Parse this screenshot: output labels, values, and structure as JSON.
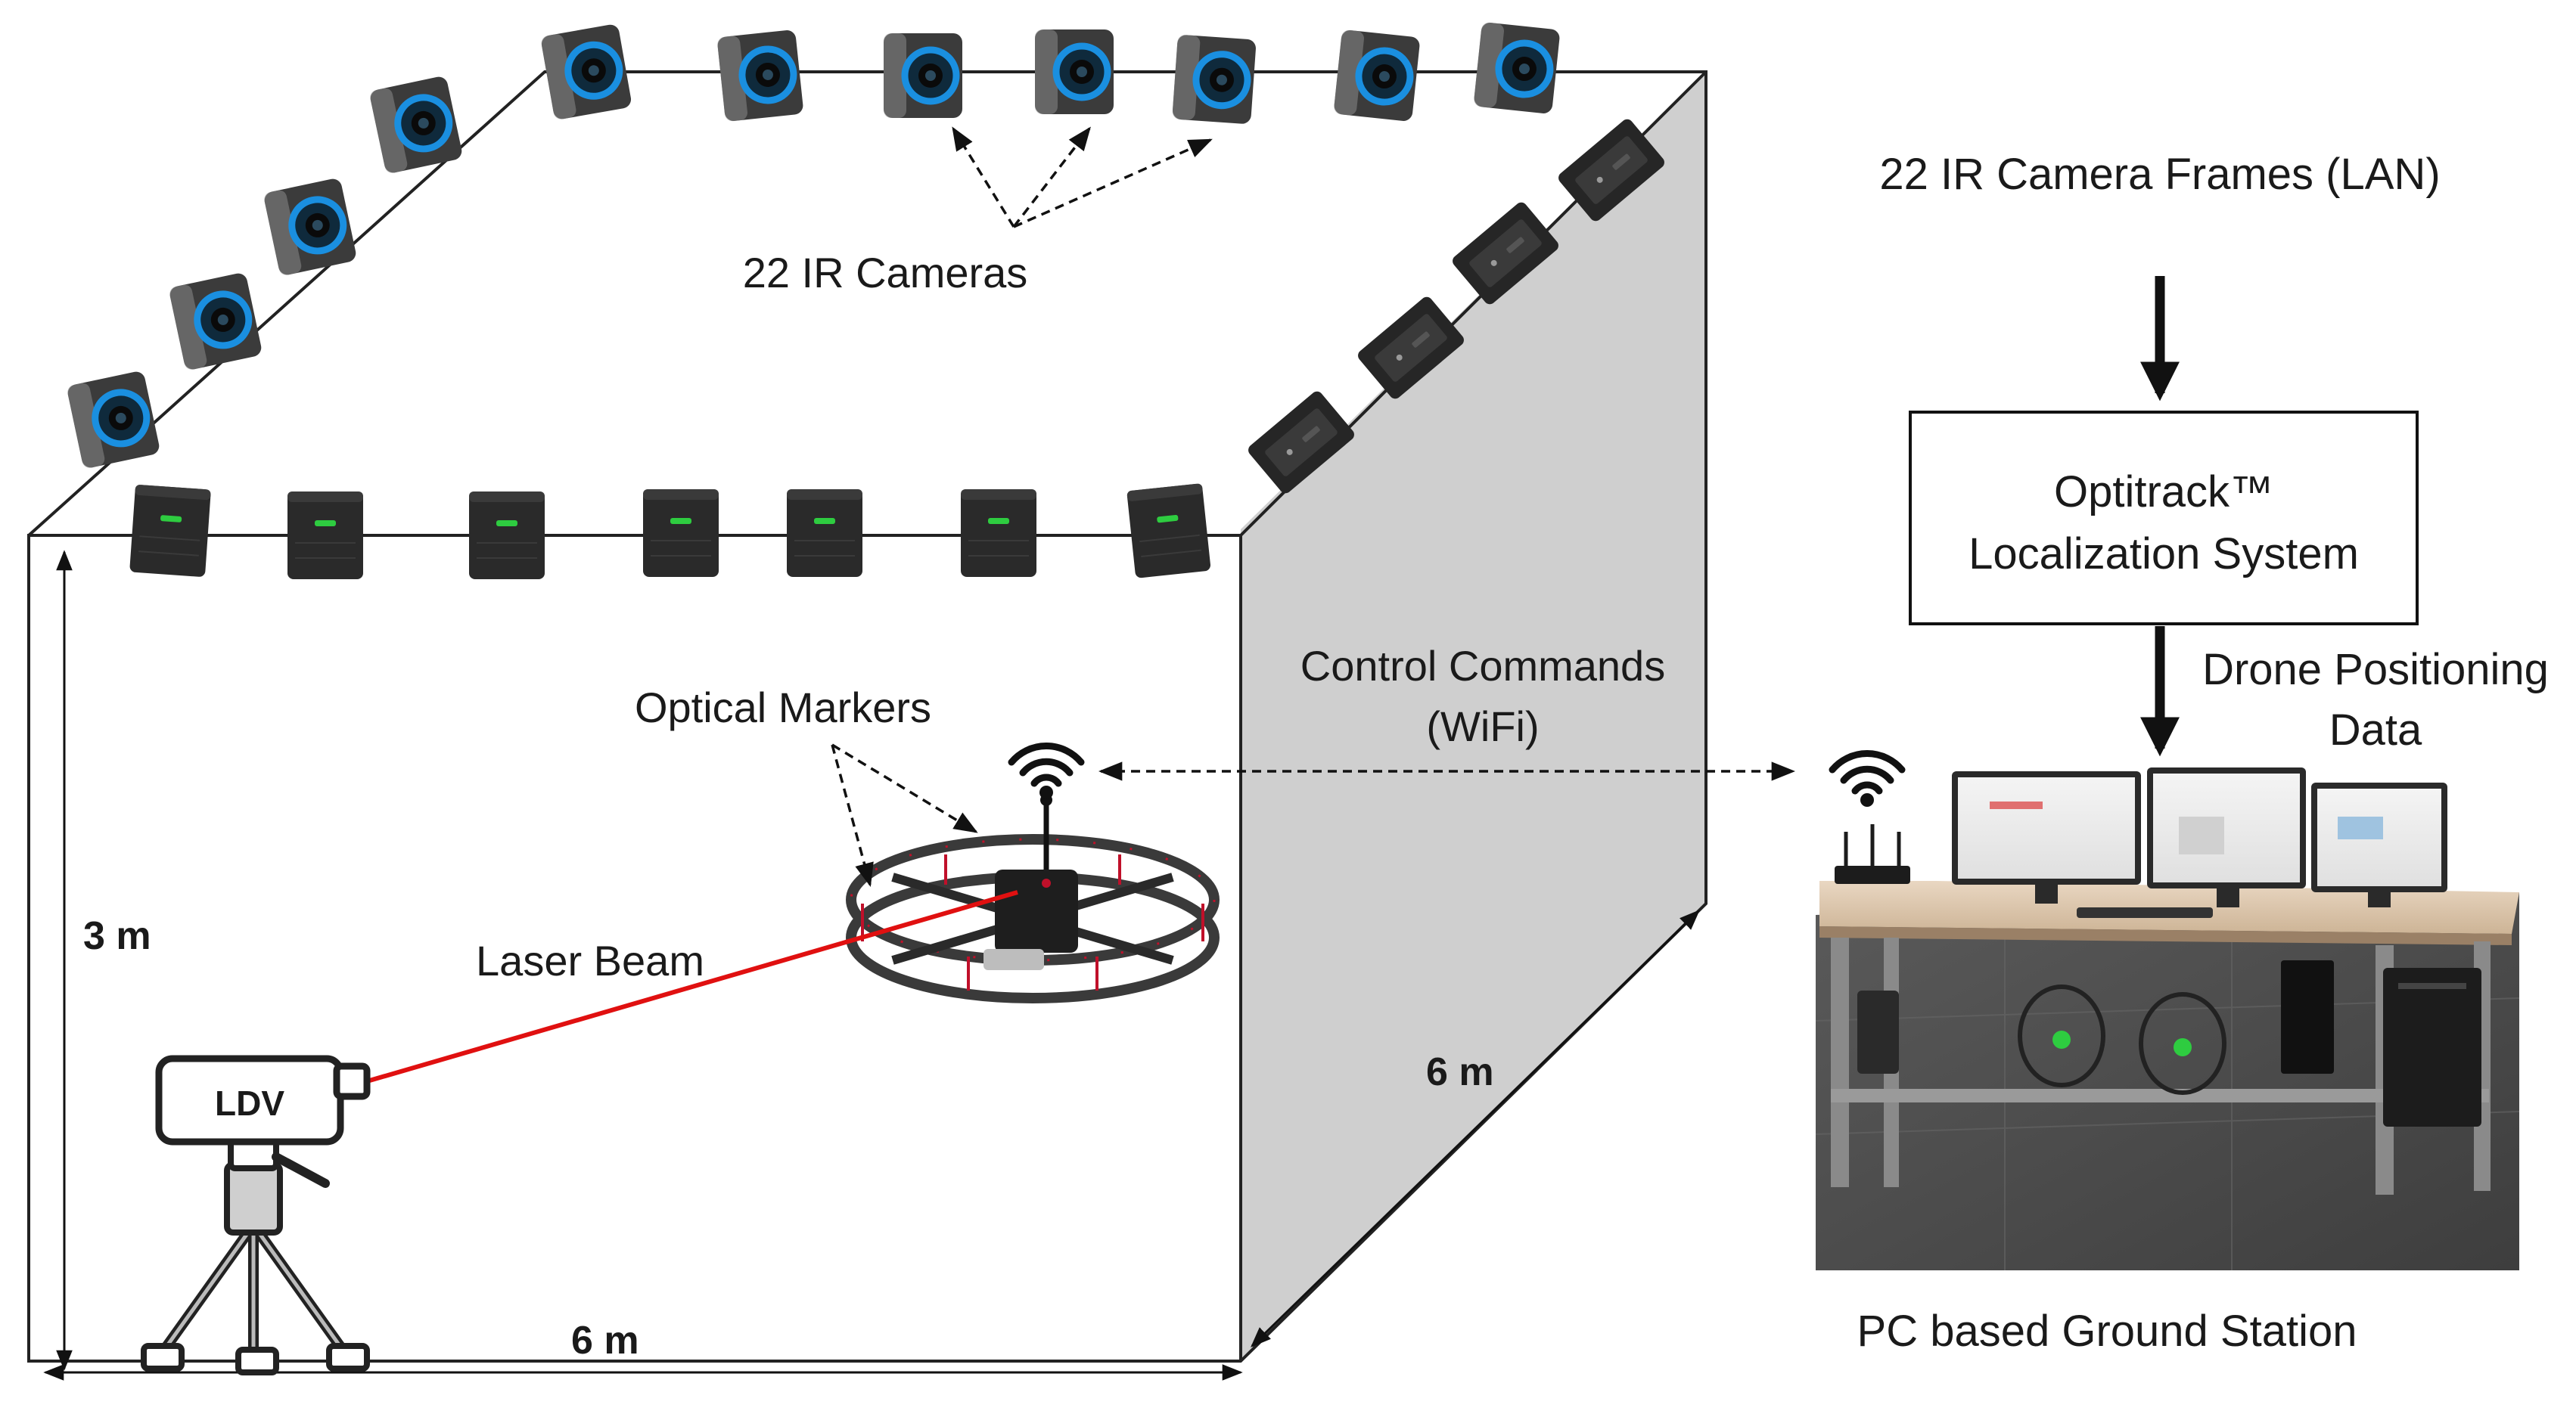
{
  "labels": {
    "ir_cameras": "22 IR Cameras",
    "optical_markers": "Optical Markers",
    "control_commands_line1": "Control Commands",
    "control_commands_line2": "(WiFi)",
    "laser_beam": "Laser Beam",
    "height": "3 m",
    "width": "6 m",
    "depth": "6 m",
    "ldv": "LDV",
    "camera_frames": "22 IR Camera Frames (LAN)",
    "optitrack_line1": "Optitrack™",
    "optitrack_line2": "Localization System",
    "positioning_line1": "Drone Positioning",
    "positioning_line2": "Data",
    "ground_station": "PC based Ground Station"
  },
  "colors": {
    "laser": "#e01010",
    "ir_ring": "#1a8fe0",
    "camera_body": "#2a2a2a",
    "camera_led": "#2ecc40",
    "side_wall": "#cfcfcf",
    "drone_frame": "#3a3a3a",
    "drone_ring_marker": "#c0102a"
  },
  "icons": [
    "wifi-icon",
    "ir-camera-icon",
    "flat-camera-icon",
    "drone-icon",
    "tripod-icon",
    "ground-station-icon"
  ]
}
